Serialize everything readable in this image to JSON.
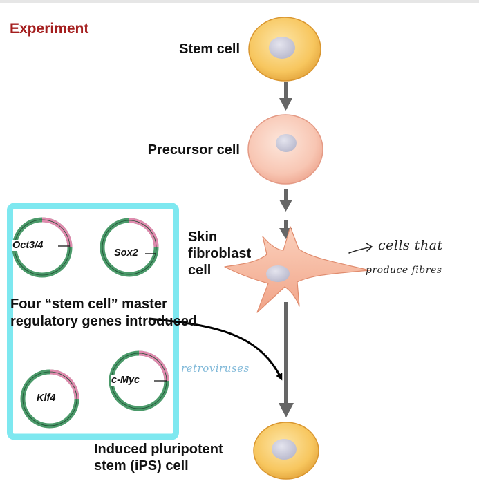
{
  "title": "Experiment",
  "cells": {
    "stem": "Stem cell",
    "precursor": "Precursor cell",
    "fibroblast": "Skin fibroblast cell",
    "ips": "Induced pluripotent stem (iPS) cell"
  },
  "genes_caption": "Four “stem cell” master regulatory genes introduced",
  "genes": [
    "Oct3/4",
    "Sox2",
    "Klf4",
    "c-Myc"
  ],
  "annotations": {
    "note_line1": "cells that",
    "note_line2": "produce fibres",
    "retro": "retroviruses"
  },
  "colors": {
    "title": "#a41e1e",
    "highlight_box": "#7ee8f0",
    "arrow": "#666666",
    "retro_note": "#7fb8d8"
  }
}
